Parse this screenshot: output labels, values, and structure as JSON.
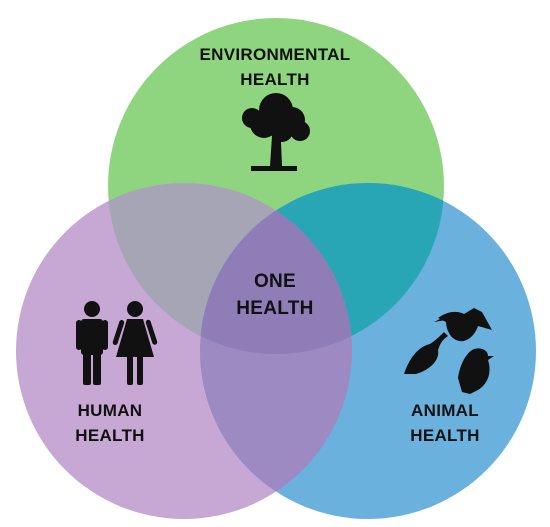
{
  "colors": {
    "environmental": "#8fd47e",
    "human": "#c7a8d4",
    "animal": "#6ab2dd",
    "env_human_overlap": "#a5a5b5",
    "env_animal_overlap": "#28a6b5",
    "human_animal_overlap": "#9d8ac2",
    "center_overlap": "#8f7db8",
    "icon": "#111111"
  },
  "circles": {
    "environmental": {
      "title_line1": "ENVIRONMENTAL",
      "title_line2": "HEALTH",
      "icon": "tree-icon"
    },
    "human": {
      "title_line1": "HUMAN",
      "title_line2": "HEALTH",
      "icon": "man-woman-icon"
    },
    "animal": {
      "title_line1": "ANIMAL",
      "title_line2": "HEALTH",
      "icon": "birds-icon"
    }
  },
  "center": {
    "line1": "ONE",
    "line2": "HEALTH"
  }
}
